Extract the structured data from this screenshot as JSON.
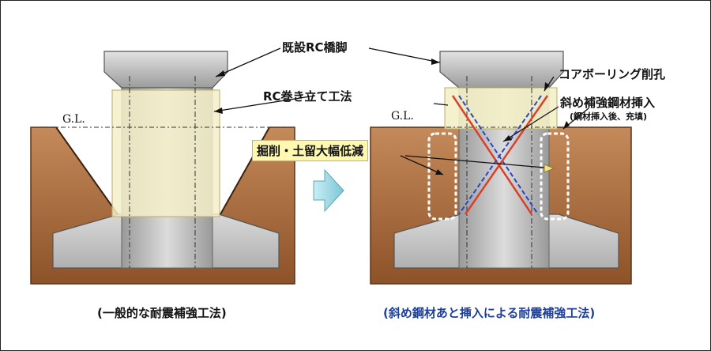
{
  "labels": {
    "existing_pier": "既設RC橋脚",
    "core_boring": "コアボーリング削孔",
    "rc_jacket": "RC巻き立て工法",
    "steel_insert": "斜め補強鋼材挿入",
    "steel_insert_note": "(鋼材挿入後、充填)",
    "gl_left": "G.L.",
    "gl_right": "G.L.",
    "excavation": "掘削・土留大幅低減"
  },
  "captions": {
    "left": "(一般的な耐震補強工法)",
    "right": "(斜め鋼材あと挿入による耐震補強工法)"
  },
  "colors": {
    "soil": "#a8693c",
    "concrete": "#c8c8c8",
    "jacket": "#f3edc4",
    "caption_right": "#1c3f9a",
    "arrow": "#a9dde6",
    "steel_red": "#d9402a",
    "steel_blue": "#2a46c4"
  }
}
